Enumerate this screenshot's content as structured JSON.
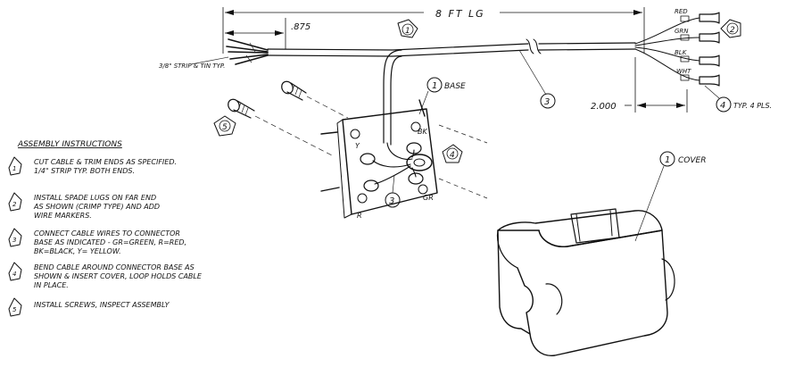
{
  "dimensions": {
    "overall_length": "8 FT LG",
    "strip_length": ".875",
    "lug_offset": "2.000"
  },
  "notes": {
    "strip_and_tin": "3/8\" STRIP & TIN TYP.",
    "lug_qty": "TYP. 4 PLS."
  },
  "callouts": {
    "cable_item": "1",
    "base_item": "1",
    "base_label": "BASE",
    "cover_item": "1",
    "cover_label": "COVER",
    "wire_item": "3",
    "lug_item": "4",
    "base_wire_item": "3"
  },
  "step_flags": {
    "cable": "1",
    "lugs": "2",
    "connector": "4",
    "screws": "5"
  },
  "wire_labels": [
    "RED",
    "GRN",
    "BLK",
    "WHT"
  ],
  "terminal_labels": {
    "black": "BK",
    "yellow": "Y",
    "red": "R",
    "green": "GR"
  },
  "instructions": {
    "title": "ASSEMBLY INSTRUCTIONS",
    "steps": [
      {
        "num": "1",
        "lines": [
          "CUT CABLE & TRIM ENDS AS SPECIFIED.",
          "1/4\" STRIP TYP. BOTH ENDS."
        ]
      },
      {
        "num": "2",
        "lines": [
          "INSTALL SPADE LUGS ON FAR END",
          "AS SHOWN (CRIMP TYPE) AND ADD",
          "WIRE MARKERS."
        ]
      },
      {
        "num": "3",
        "lines": [
          "CONNECT CABLE WIRES TO CONNECTOR",
          "BASE AS INDICATED - GR=GREEN, R=RED,",
          "BK=BLACK, Y= YELLOW."
        ]
      },
      {
        "num": "4",
        "lines": [
          "BEND CABLE AROUND CONNECTOR BASE AS",
          "SHOWN & INSERT COVER, LOOP HOLDS CABLE",
          "IN PLACE."
        ]
      },
      {
        "num": "5",
        "lines": [
          "INSTALL SCREWS, INSPECT ASSEMBLY"
        ]
      }
    ]
  }
}
